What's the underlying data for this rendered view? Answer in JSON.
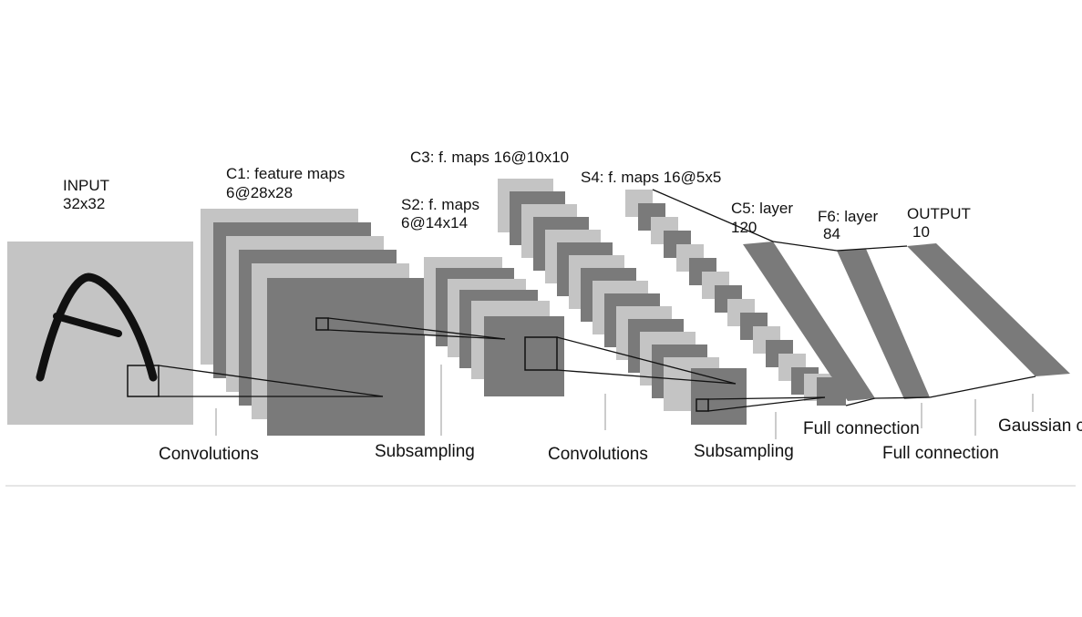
{
  "layers": {
    "input": {
      "name": "INPUT",
      "size": "32x32"
    },
    "c1": {
      "name": "C1: feature maps",
      "size": "6@28x28"
    },
    "s2": {
      "name": "S2: f. maps",
      "size": "6@14x14"
    },
    "c3": {
      "name": "C3: f. maps 16@10x10"
    },
    "s4": {
      "name": "S4: f. maps 16@5x5"
    },
    "c5": {
      "name": "C5: layer",
      "size": "120"
    },
    "f6": {
      "name": "F6: layer",
      "size": "84"
    },
    "output": {
      "name": "OUTPUT",
      "size": "10"
    }
  },
  "operations": {
    "conv1": "Convolutions",
    "sub1": "Subsampling",
    "conv2": "Convolutions",
    "sub2": "Subsampling",
    "full1": "Full connection",
    "full2": "Full connection",
    "gaussian": "Gaussian connections"
  },
  "colors": {
    "light": "#c4c4c4",
    "dark": "#7a7a7a",
    "line": "#111111"
  }
}
